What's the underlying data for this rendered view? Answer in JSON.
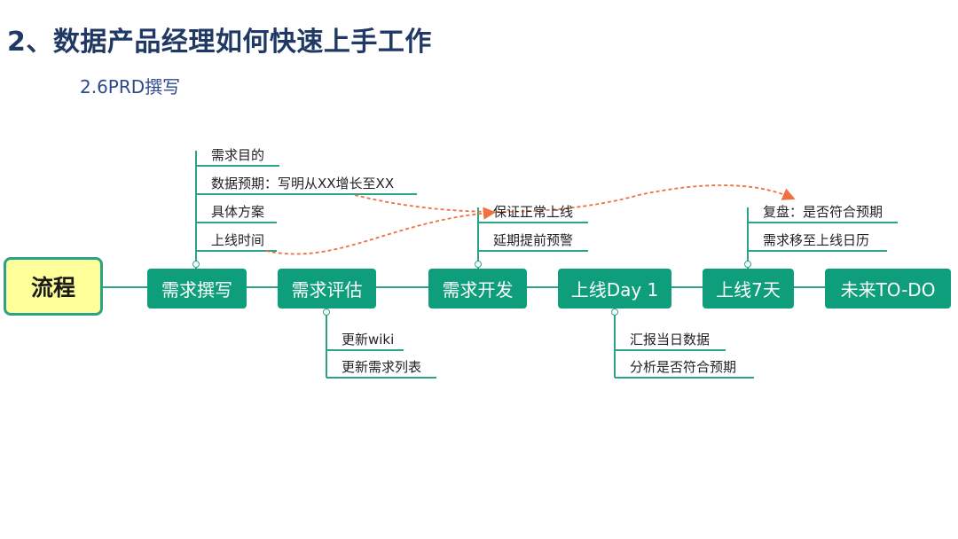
{
  "title": "2、数据产品经理如何快速上手工作",
  "subtitle": "2.6PRD撰写",
  "root": "流程",
  "stages": [
    "需求撰写",
    "需求评估",
    "需求开发",
    "上线Day 1",
    "上线7天",
    "未来TO-DO"
  ],
  "details": {
    "writing": [
      "需求目的",
      "数据预期：写明从XX增长至XX",
      "具体方案",
      "上线时间"
    ],
    "evaluation": [
      "更新wiki",
      "更新需求列表"
    ],
    "development": [
      "保证正常上线",
      "延期提前预警"
    ],
    "day1": [
      "汇报当日数据",
      "分析是否符合预期"
    ],
    "day7": [
      "复盘：是否符合预期",
      "需求移至上线日历"
    ]
  },
  "colors": {
    "node": "#0f9e7b",
    "line": "#2aa389",
    "root_fill": "#ffff99",
    "arrow": "#f07040"
  }
}
